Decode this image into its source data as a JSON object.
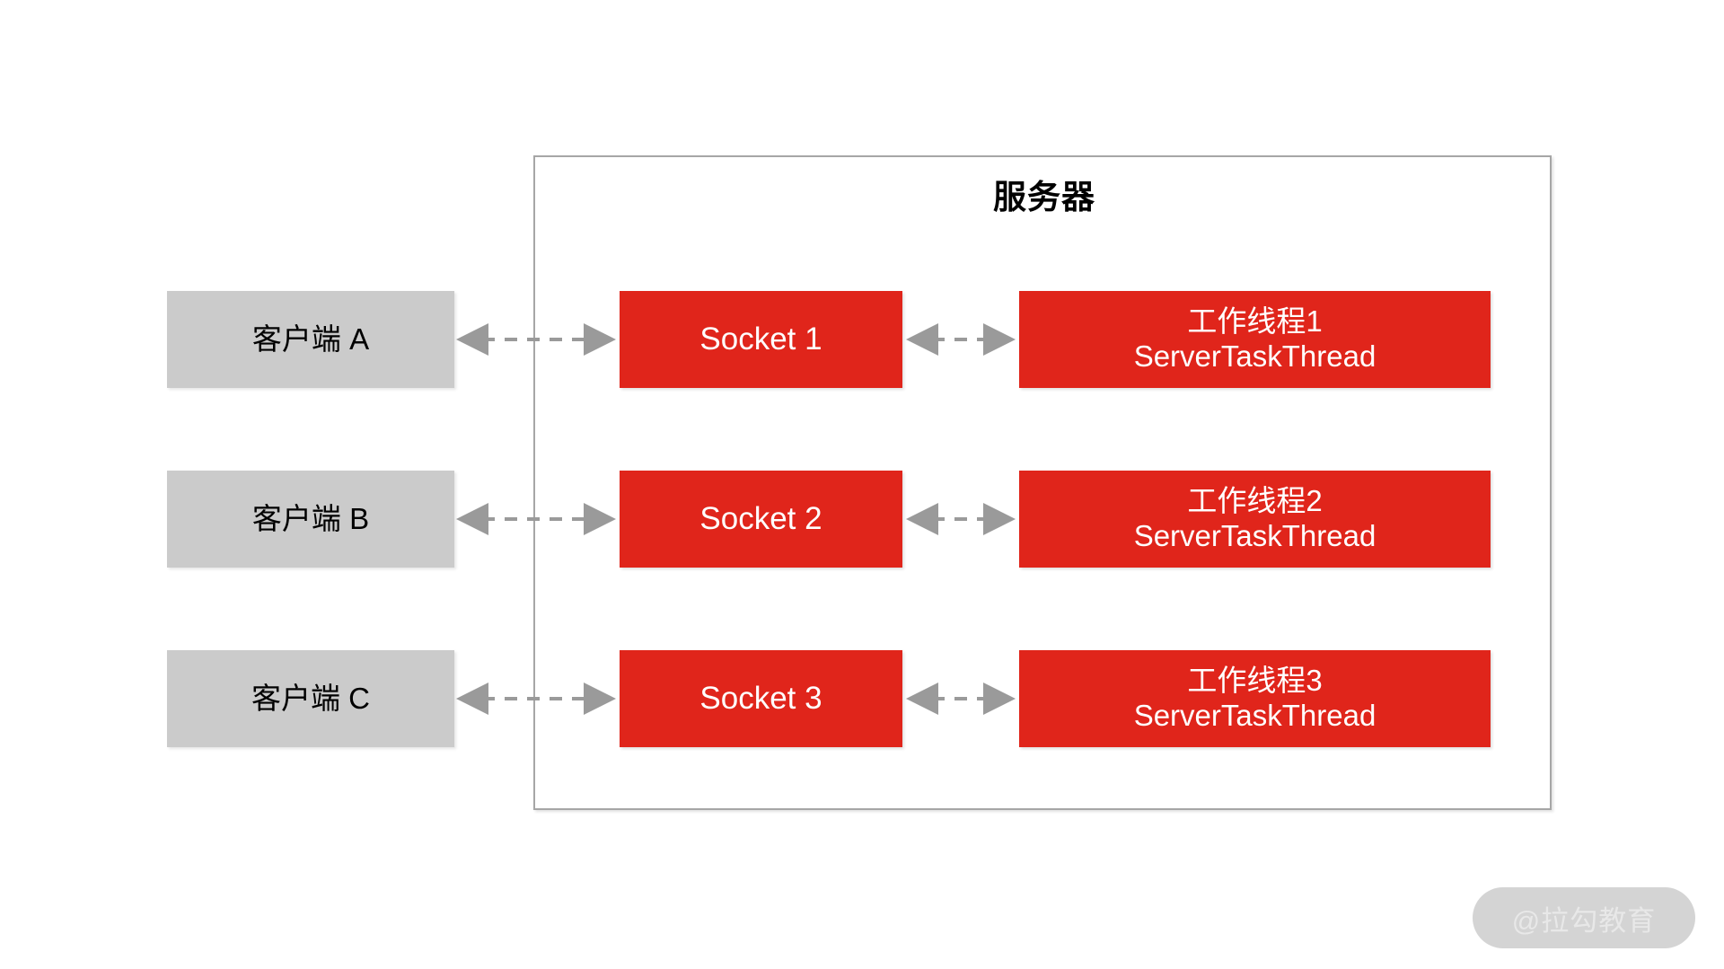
{
  "diagram": {
    "title": "服务器",
    "server_border_color": "#a6a6a6",
    "accent_red": "#e0251b",
    "client_gray": "#cbcbcb",
    "arrow_gray": "#9a9a9a",
    "rows": [
      {
        "client_label": "客户端 A",
        "socket_label": "Socket 1",
        "worker_line1": "工作线程1",
        "worker_line2": "ServerTaskThread"
      },
      {
        "client_label": "客户端 B",
        "socket_label": "Socket 2",
        "worker_line1": "工作线程2",
        "worker_line2": "ServerTaskThread"
      },
      {
        "client_label": "客户端 C",
        "socket_label": "Socket 3",
        "worker_line1": "工作线程3",
        "worker_line2": "ServerTaskThread"
      }
    ]
  },
  "watermark": {
    "text": "@拉勾教育"
  }
}
